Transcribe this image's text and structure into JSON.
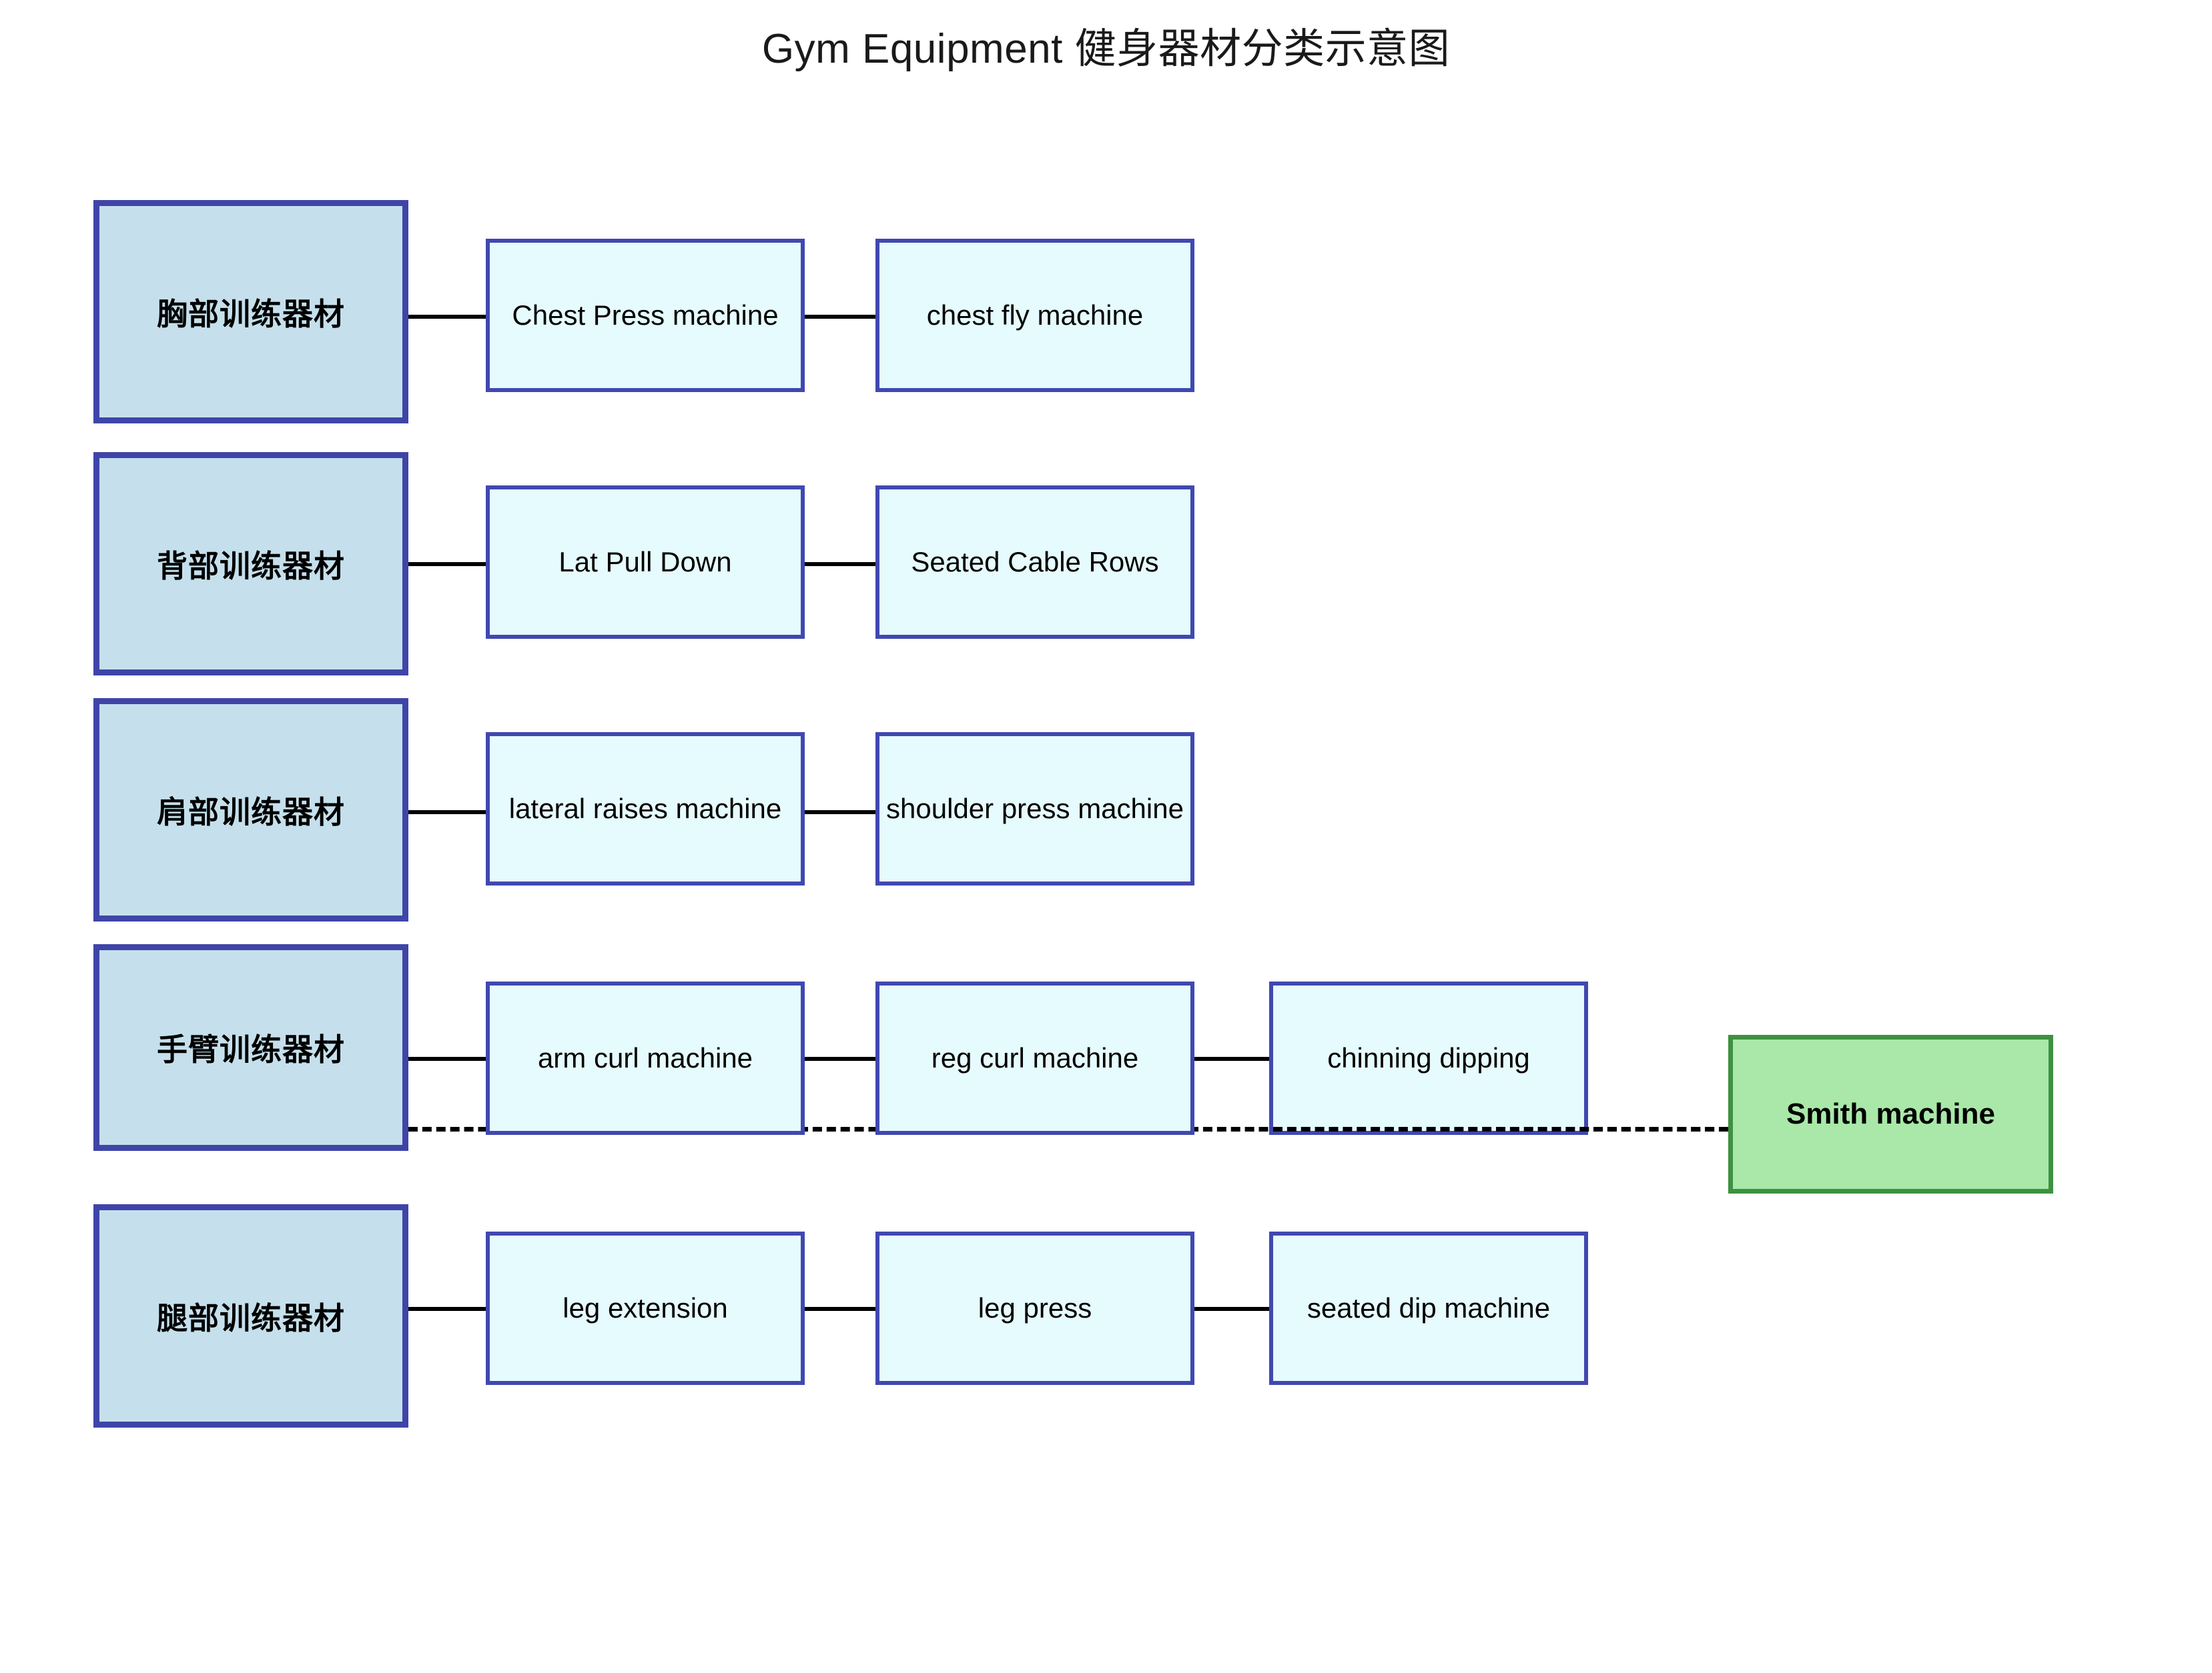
{
  "title": "Gym Equipment 健身器材分类示意图",
  "colors": {
    "category_fill": "#c5e0ec",
    "category_border": "#3f45a8",
    "equipment_fill": "#e6fbfd",
    "equipment_border": "#4048b0",
    "special_fill": "#a9e8a9",
    "special_border": "#3d9140",
    "connector": "#000000",
    "background": "#ffffff"
  },
  "categories": [
    {
      "label": "胸部训练器材"
    },
    {
      "label": "背部训练器材"
    },
    {
      "label": "肩部训练器材"
    },
    {
      "label": "手臂训练器材"
    },
    {
      "label": "腿部训练器材"
    }
  ],
  "equipment": {
    "chest": [
      {
        "label": "Chest Press machine"
      },
      {
        "label": "chest fly machine"
      }
    ],
    "back": [
      {
        "label": "Lat Pull Down"
      },
      {
        "label": "Seated Cable Rows"
      }
    ],
    "shoulder": [
      {
        "label": "lateral raises machine"
      },
      {
        "label": "shoulder press machine"
      }
    ],
    "arm": [
      {
        "label": "arm curl machine"
      },
      {
        "label": "reg curl machine"
      },
      {
        "label": "chinning dipping"
      }
    ],
    "leg": [
      {
        "label": "leg extension"
      },
      {
        "label": "leg press"
      },
      {
        "label": "seated dip machine"
      }
    ]
  },
  "special": {
    "label": "Smith machine"
  }
}
